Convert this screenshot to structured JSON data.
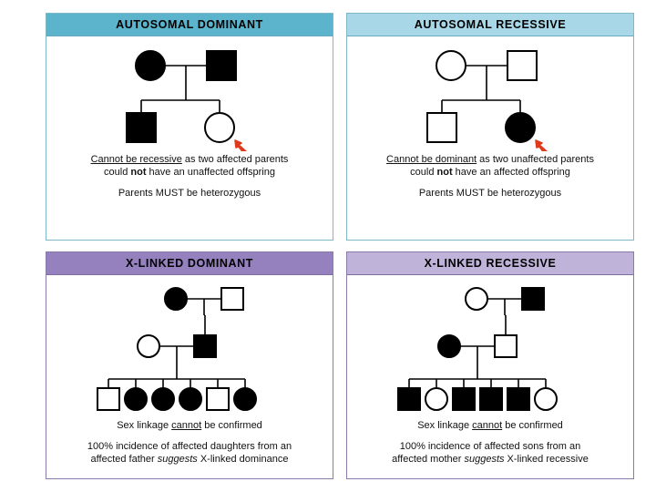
{
  "panels": [
    {
      "id": "autosomal-dominant",
      "title": "AUTOSOMAL DOMINANT",
      "header_color": "#5cb3cc",
      "border_color": "#7fb8c9",
      "pedigree": {
        "generations": 2,
        "gen1": [
          {
            "sex": "female",
            "affected": true
          },
          {
            "sex": "male",
            "affected": true
          }
        ],
        "gen2": [
          {
            "sex": "male",
            "affected": true
          },
          {
            "sex": "female",
            "affected": false,
            "arrow": true
          }
        ]
      },
      "caption": {
        "line1_underline": "Cannot be recessive",
        "line1_rest": " as two affected parents",
        "line2_a": "could ",
        "line2_bold": "not",
        "line2_b": " have an unaffected offspring",
        "line3": "Parents MUST be heterozygous"
      }
    },
    {
      "id": "autosomal-recessive",
      "title": "AUTOSOMAL RECESSIVE",
      "header_color": "#a8d8e8",
      "border_color": "#7fb8c9",
      "pedigree": {
        "generations": 2,
        "gen1": [
          {
            "sex": "female",
            "affected": false
          },
          {
            "sex": "male",
            "affected": false
          }
        ],
        "gen2": [
          {
            "sex": "male",
            "affected": false
          },
          {
            "sex": "female",
            "affected": true,
            "arrow": true
          }
        ]
      },
      "caption": {
        "line1_underline": "Cannot be dominant",
        "line1_rest": " as two unaffected parents",
        "line2_a": "could ",
        "line2_bold": "not",
        "line2_b": " have an affected offspring",
        "line3": "Parents MUST be heterozygous"
      }
    },
    {
      "id": "x-linked-dominant",
      "title": "X-LINKED DOMINANT",
      "header_color": "#9481bd",
      "border_color": "#8a7aaa",
      "pedigree": {
        "generations": 3,
        "gen1": [
          {
            "sex": "female",
            "affected": true
          },
          {
            "sex": "male",
            "affected": false
          }
        ],
        "gen2": [
          {
            "sex": "female",
            "affected": false
          },
          {
            "sex": "male",
            "affected": true
          }
        ],
        "gen3": [
          {
            "sex": "male",
            "affected": false
          },
          {
            "sex": "female",
            "affected": true
          },
          {
            "sex": "female",
            "affected": true
          },
          {
            "sex": "female",
            "affected": true
          },
          {
            "sex": "male",
            "affected": false
          },
          {
            "sex": "female",
            "affected": true
          }
        ]
      },
      "caption": {
        "line1_a": "Sex linkage ",
        "line1_underline": "cannot",
        "line1_b": " be confirmed",
        "line2": "100% incidence of affected daughters from an",
        "line3_a": "affected father ",
        "line3_italic": "suggests",
        "line3_b": " X-linked dominance"
      }
    },
    {
      "id": "x-linked-recessive",
      "title": "X-LINKED RECESSIVE",
      "header_color": "#c0b3d9",
      "border_color": "#8a7aaa",
      "pedigree": {
        "generations": 3,
        "gen1": [
          {
            "sex": "female",
            "affected": false
          },
          {
            "sex": "male",
            "affected": true
          }
        ],
        "gen2": [
          {
            "sex": "female",
            "affected": true
          },
          {
            "sex": "male",
            "affected": false
          }
        ],
        "gen3": [
          {
            "sex": "male",
            "affected": true
          },
          {
            "sex": "female",
            "affected": false
          },
          {
            "sex": "male",
            "affected": true
          },
          {
            "sex": "male",
            "affected": true
          },
          {
            "sex": "male",
            "affected": true
          },
          {
            "sex": "female",
            "affected": false
          }
        ]
      },
      "caption": {
        "line1_a": "Sex linkage ",
        "line1_underline": "cannot",
        "line1_b": " be confirmed",
        "line2": "100% incidence of affected sons from an",
        "line3_a": "affected mother ",
        "line3_italic": "suggests",
        "line3_b": " X-linked recessive"
      }
    }
  ],
  "legend": {
    "affected_fill": "#000000",
    "unaffected_fill": "#ffffff",
    "line_color": "#000000",
    "arrow_color": "#e03a1e"
  }
}
